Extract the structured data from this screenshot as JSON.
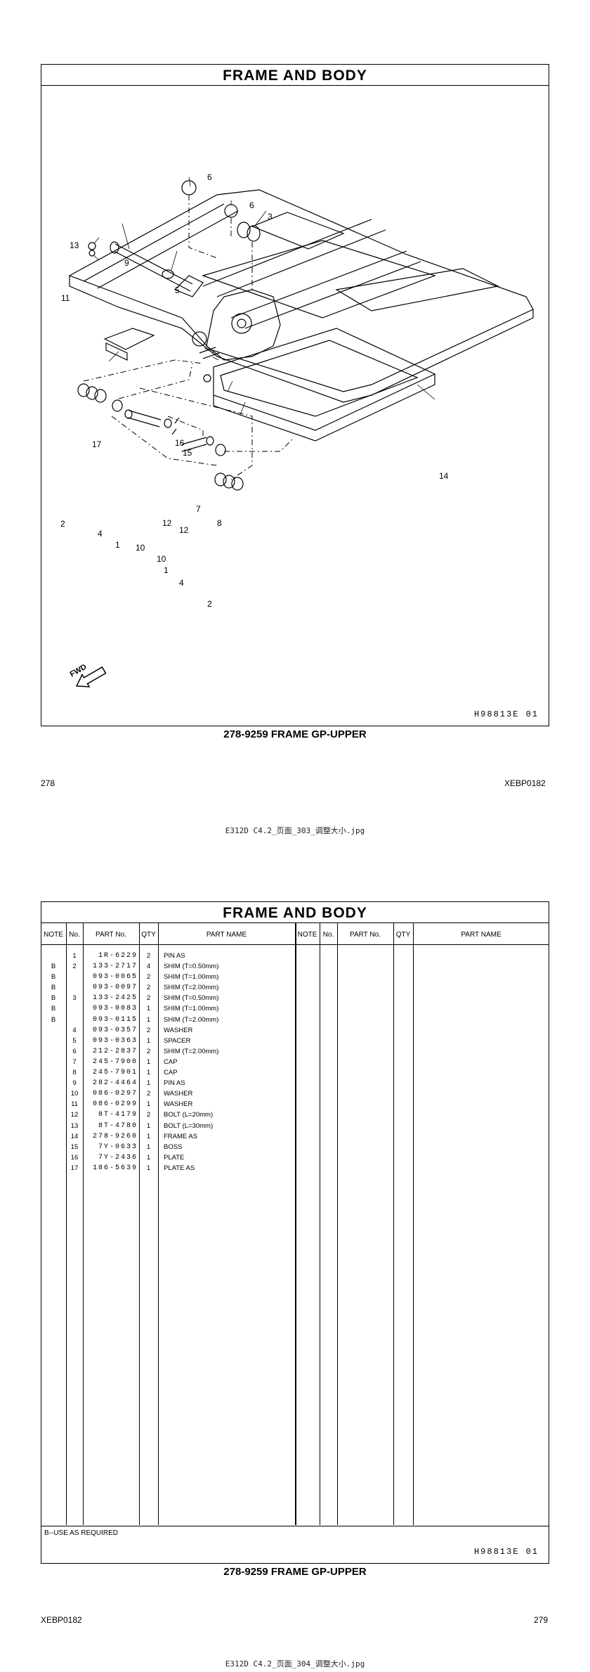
{
  "page1": {
    "title": "FRAME AND BODY",
    "drawing_code": "H98813E  01",
    "caption": "278-9259  FRAME GP-UPPER",
    "page_number": "278",
    "doc_code": "XEBP0182",
    "file_name": "E312D  C4.2_页面_303_调整大小.jpg",
    "fwd_label": "FWD",
    "callouts": [
      "6",
      "6",
      "3",
      "13",
      "9",
      "11",
      "5",
      "17",
      "16",
      "15",
      "14",
      "7",
      "8",
      "2",
      "4",
      "12",
      "12",
      "1",
      "10",
      "10",
      "1",
      "4",
      "2"
    ]
  },
  "page2": {
    "title": "FRAME AND BODY",
    "headers": {
      "note": "NOTE",
      "no": "No.",
      "part_no": "PART No.",
      "qty": "QTY",
      "part_name": "PART NAME",
      "note2": "NOTE",
      "no2": "No.",
      "part_no2": "PART No.",
      "qty2": "QTY",
      "part_name2": "PART NAME"
    },
    "rows": [
      {
        "note": "",
        "no": "1",
        "part_no": "1R-6229",
        "qty": "2",
        "name": "PIN AS"
      },
      {
        "note": "B",
        "no": "2",
        "part_no": "133-2717",
        "qty": "4",
        "name": "SHIM (T=0.50mm)"
      },
      {
        "note": "B",
        "no": "",
        "part_no": "093-0065",
        "qty": "2",
        "name": "SHIM (T=1.00mm)"
      },
      {
        "note": "B",
        "no": "",
        "part_no": "093-0097",
        "qty": "2",
        "name": "SHIM (T=2.00mm)"
      },
      {
        "note": "B",
        "no": "3",
        "part_no": "133-2425",
        "qty": "2",
        "name": "SHIM (T=0.50mm)"
      },
      {
        "note": "B",
        "no": "",
        "part_no": "093-0083",
        "qty": "1",
        "name": "SHIM (T=1.00mm)"
      },
      {
        "note": "B",
        "no": "",
        "part_no": "093-0115",
        "qty": "1",
        "name": "SHIM (T=2.00mm)"
      },
      {
        "note": "",
        "no": "4",
        "part_no": "093-0357",
        "qty": "2",
        "name": "WASHER"
      },
      {
        "note": "",
        "no": "5",
        "part_no": "093-0363",
        "qty": "1",
        "name": "SPACER"
      },
      {
        "note": "",
        "no": "6",
        "part_no": "212-2837",
        "qty": "2",
        "name": "SHIM (T=2.00mm)"
      },
      {
        "note": "",
        "no": "7",
        "part_no": "245-7900",
        "qty": "1",
        "name": "CAP"
      },
      {
        "note": "",
        "no": "8",
        "part_no": "245-7901",
        "qty": "1",
        "name": "CAP"
      },
      {
        "note": "",
        "no": "9",
        "part_no": "282-4464",
        "qty": "1",
        "name": "PIN AS"
      },
      {
        "note": "",
        "no": "10",
        "part_no": "086-0297",
        "qty": "2",
        "name": "WASHER"
      },
      {
        "note": "",
        "no": "11",
        "part_no": "086-0299",
        "qty": "1",
        "name": "WASHER"
      },
      {
        "note": "",
        "no": "12",
        "part_no": "8T-4179",
        "qty": "2",
        "name": "BOLT (L=20mm)"
      },
      {
        "note": "",
        "no": "13",
        "part_no": "8T-4780",
        "qty": "1",
        "name": "BOLT (L=30mm)"
      },
      {
        "note": "",
        "no": "14",
        "part_no": "278-9260",
        "qty": "1",
        "name": "FRAME AS"
      },
      {
        "note": "",
        "no": "15",
        "part_no": "7Y-0633",
        "qty": "1",
        "name": "  BOSS"
      },
      {
        "note": "",
        "no": "16",
        "part_no": "7Y-2436",
        "qty": "1",
        "name": "  PLATE"
      },
      {
        "note": "",
        "no": "17",
        "part_no": "186-5639",
        "qty": "1",
        "name": "  PLATE AS"
      }
    ],
    "footnote": "B--USE AS REQUIRED",
    "drawing_code": "H98813E  01",
    "caption": "278-9259  FRAME GP-UPPER",
    "doc_code": "XEBP0182",
    "page_number": "279",
    "file_name": "E312D  C4.2_页面_304_调整大小.jpg"
  }
}
